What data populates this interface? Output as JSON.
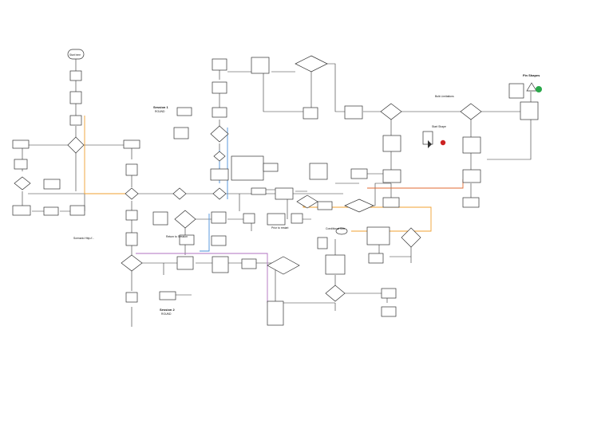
{
  "diagram": {
    "type": "flowchart",
    "legend": {
      "title": "Fin Shapes"
    },
    "annotations": {
      "session_1_title": "Session 1",
      "session_1_sub": "ROUND",
      "session_2_title": "Session 2",
      "session_2_sub": "ROUND",
      "start_label": "Start here",
      "note_top_right": "Bulk Limitations",
      "note_mid": "Start Shape",
      "note_formula": "Scenario Http://...",
      "note_return": "Return to Session",
      "note_prior": "Prior to restart",
      "note_cf": "Conditional flow"
    },
    "colors": {
      "line": "#333333",
      "orange": "#f0a030",
      "blue": "#4a90d9",
      "red_orange": "#e06a30",
      "purple": "#b070c0",
      "green": "#2aa84a",
      "red": "#cc2222"
    }
  }
}
